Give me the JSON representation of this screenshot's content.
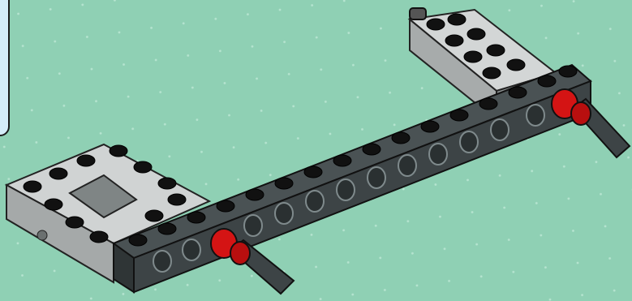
{
  "scene": {
    "background_color": "#8fd0b4",
    "grid_color": "#a9dcc6",
    "callout_color": "#d4ecf8",
    "parts": [
      {
        "name": "light-gray-brick-2x4",
        "color": "#c8cccc"
      },
      {
        "name": "light-gray-frame-brick-4x6",
        "color": "#c8cccc"
      },
      {
        "name": "dark-gray-technic-beam-1x16",
        "color": "#3d4446"
      },
      {
        "name": "red-axle-bush",
        "color": "#d41414"
      },
      {
        "name": "dark-gray-axle",
        "color": "#3d4446"
      },
      {
        "name": "black-stud",
        "color": "#111111"
      }
    ]
  }
}
